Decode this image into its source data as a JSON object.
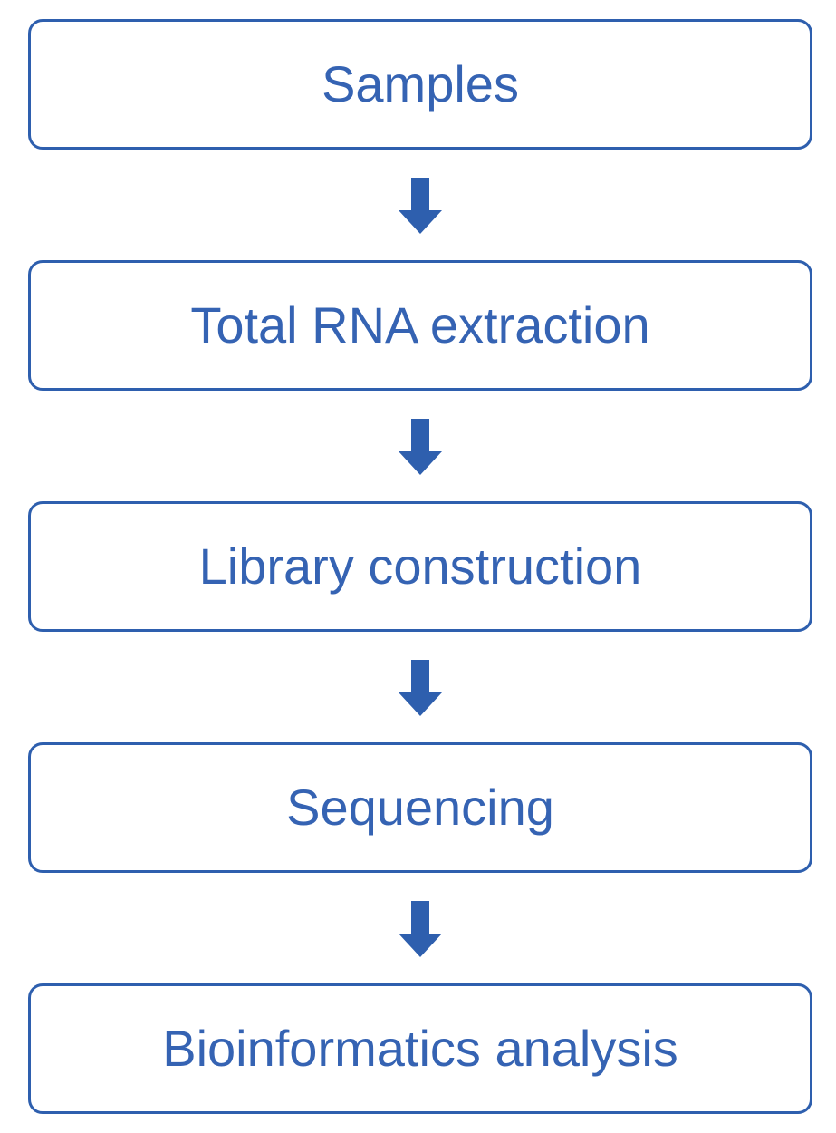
{
  "diagram": {
    "steps": [
      {
        "label": "Samples"
      },
      {
        "label": "Total RNA extraction"
      },
      {
        "label": "Library construction"
      },
      {
        "label": "Sequencing"
      },
      {
        "label": "Bioinformatics analysis"
      }
    ],
    "arrow_icon": "arrow-down-icon",
    "colors": {
      "box_border": "#2e5fae",
      "text": "#3563b3",
      "arrow": "#2e5fae",
      "background": "#ffffff"
    }
  }
}
